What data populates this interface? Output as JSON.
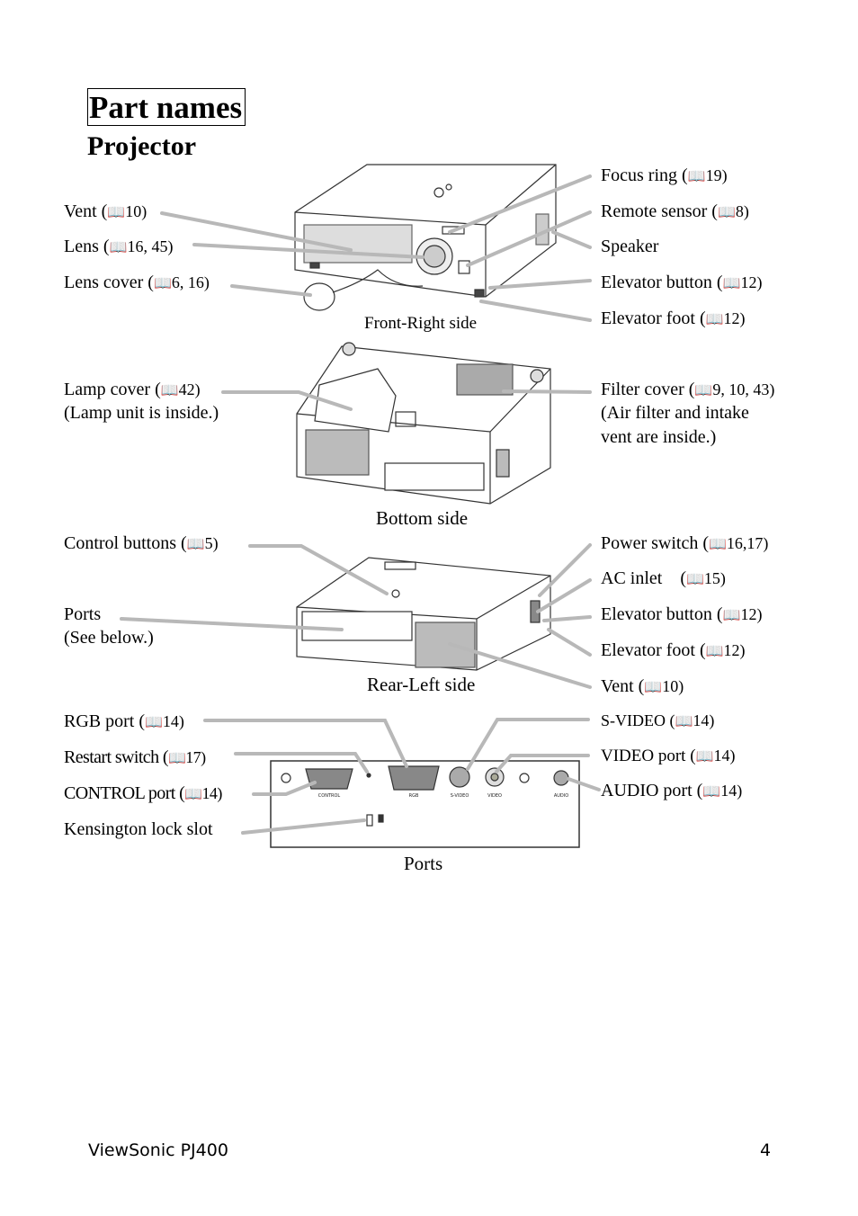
{
  "heading": "Part names",
  "subheading": "Projector",
  "book_icon": "book-icon",
  "front": {
    "caption": "Front-Right side",
    "left": [
      {
        "text": "Vent (",
        "ref": "10)"
      },
      {
        "text": "Lens (",
        "ref": "16, 45)"
      },
      {
        "text": "Lens cover (",
        "ref": "6, 16)"
      }
    ],
    "right": [
      {
        "text": "Focus ring (",
        "ref": "19)"
      },
      {
        "text": "Remote sensor (",
        "ref": "8)"
      },
      {
        "text": "Speaker",
        "ref": ""
      },
      {
        "text": "Elevator button (",
        "ref": "12)"
      },
      {
        "text": "Elevator foot (",
        "ref": "12)"
      }
    ]
  },
  "bottom": {
    "caption": "Bottom side",
    "lamp_cover": {
      "text": "Lamp cover (",
      "ref": "42)",
      "note": "(Lamp unit is inside.)"
    },
    "filter_cover": {
      "text": "Filter cover (",
      "ref": "9, 10, 43)",
      "note1": "(Air filter and intake",
      "note2": "vent are inside.)"
    }
  },
  "rear": {
    "caption": "Rear-Left side",
    "left": [
      {
        "text": "Control buttons (",
        "ref": "5)"
      },
      {
        "text": "Ports",
        "note": "(See below.)"
      }
    ],
    "right": [
      {
        "text": "Power switch (",
        "ref": "16,17)"
      },
      {
        "text": "AC inlet    (",
        "ref": "15)"
      },
      {
        "text": "Elevator button (",
        "ref": "12)"
      },
      {
        "text": "Elevator foot (",
        "ref": "12)"
      },
      {
        "text": "Vent (",
        "ref": "10)"
      }
    ]
  },
  "ports": {
    "caption": "Ports",
    "left": [
      {
        "text": "RGB port (",
        "ref": "14)"
      },
      {
        "text": "Restart switch (",
        "ref": "17)"
      },
      {
        "text": "CONTROL port (",
        "ref": "14)"
      },
      {
        "text": "Kensington lock slot",
        "ref": ""
      }
    ],
    "right": [
      {
        "text": "S-VIDEO (",
        "ref": "14)"
      },
      {
        "text": "VIDEO port (",
        "ref": "14)"
      },
      {
        "text": "AUDIO port (",
        "ref": "14)"
      }
    ],
    "panel_labels": [
      "CONTROL",
      "RGB",
      "S-VIDEO",
      "VIDEO",
      "AUDIO"
    ]
  },
  "footer": {
    "product": "ViewSonic PJ400",
    "page": "4"
  }
}
